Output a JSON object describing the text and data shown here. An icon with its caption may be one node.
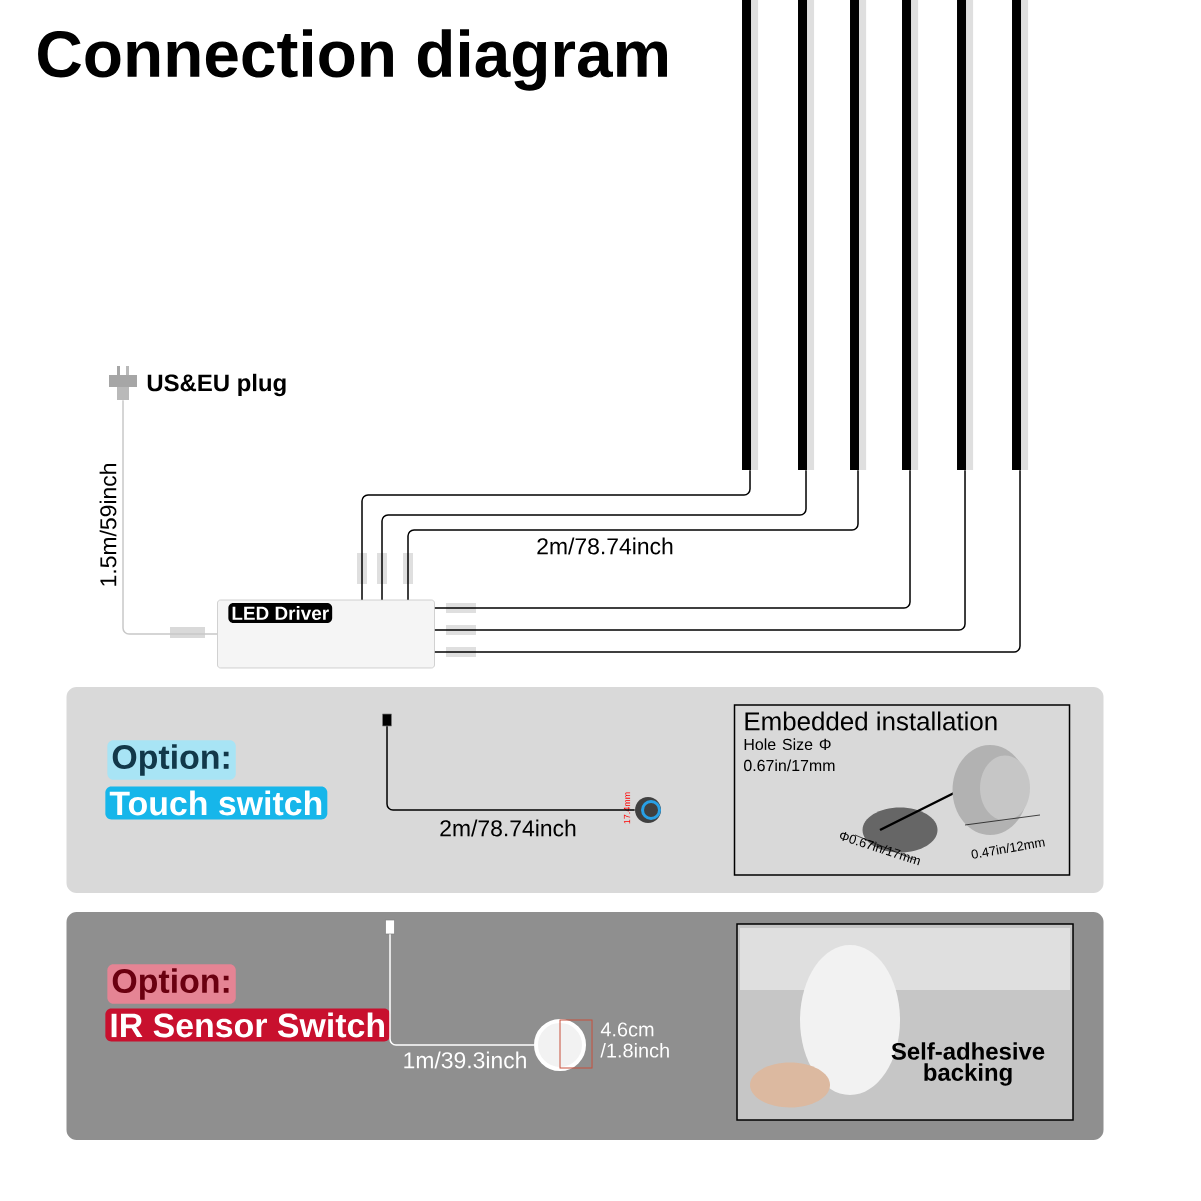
{
  "diagram": {
    "title": "Connection diagram",
    "nodes": [
      {
        "text": [],
        "shape": "picture",
        "beside": [
          "US&EU plug"
        ]
      },
      {
        "text": [
          "LED Driver"
        ]
      },
      {
        "text": [],
        "shape": "bar"
      },
      {
        "text": [],
        "shape": "bar"
      },
      {
        "text": [],
        "shape": "bar"
      },
      {
        "text": [],
        "shape": "bar"
      },
      {
        "text": [],
        "shape": "bar"
      },
      {
        "text": [],
        "shape": "bar"
      },
      {
        "text": [
          "Option:",
          "Touch switch"
        ]
      },
      {
        "text": [],
        "shape": "box",
        "in": 8
      },
      {
        "text": [],
        "shape": "picture",
        "in": 8,
        "beside": [
          "17.4mm"
        ]
      },
      {
        "text": [
          "Embedded installation",
          "Hole Size Φ 0.67in/17mm"
        ],
        "in": 8
      },
      {
        "text": [
          "Option:",
          "IR Sensor Switch"
        ]
      },
      {
        "text": [],
        "shape": "box",
        "in": 12
      },
      {
        "text": [],
        "shape": "circle",
        "in": 12,
        "beside": [
          "4.6cm /1.8inch"
        ]
      },
      {
        "text": [
          "Self-adhesive backing"
        ],
        "in": 12
      }
    ],
    "edges": [
      {
        "from": 0,
        "to": 1,
        "arrow": "none",
        "label": "1.5m/59inch",
        "color": "#c8c8c8"
      },
      {
        "from": 1,
        "to": 2,
        "arrow": "none"
      },
      {
        "from": 1,
        "to": 3,
        "arrow": "none"
      },
      {
        "from": 1,
        "to": 4,
        "arrow": "none",
        "label": "2m/78.74inch"
      },
      {
        "from": 1,
        "to": 5,
        "arrow": "none"
      },
      {
        "from": 1,
        "to": 6,
        "arrow": "none"
      },
      {
        "from": 1,
        "to": 7,
        "arrow": "none"
      },
      {
        "from": 9,
        "to": 10,
        "arrow": "none",
        "label": "2m/78.74inch"
      },
      {
        "from": 13,
        "to": 14,
        "arrow": "none",
        "label": "1m/39.3inch",
        "color": "#ffffff"
      }
    ],
    "labels": [
      "Φ0.67in/17mm",
      "0.47in/12mm"
    ]
  }
}
